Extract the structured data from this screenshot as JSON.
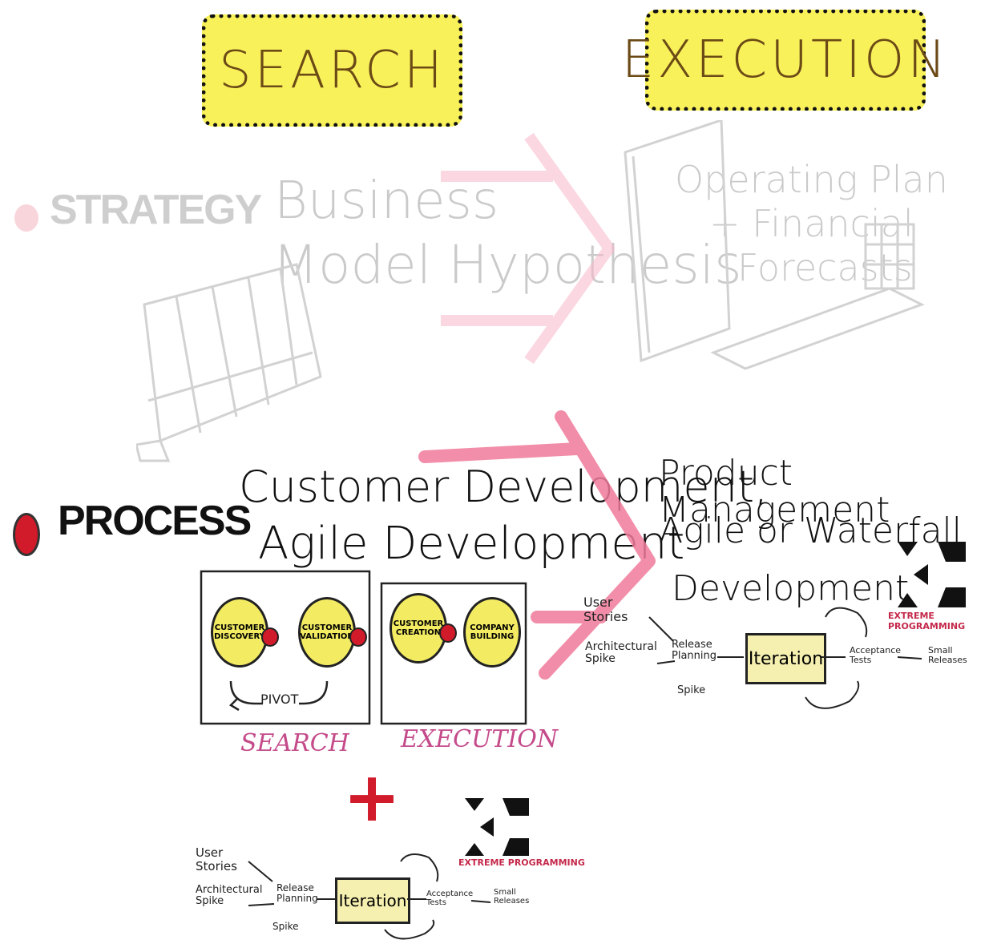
{
  "headers": {
    "search": "SEARCH",
    "execution": "EXECUTION"
  },
  "rows": {
    "strategy": "STRATEGY",
    "process": "PROCESS"
  },
  "strategy": {
    "left_line1": "Business",
    "left_line2": "Model Hypothesis",
    "right_line1": "Operating Plan",
    "right_line2": "+ Financial",
    "right_line3": "Forecasts"
  },
  "process": {
    "left_line1": "Customer Development,",
    "left_line2": "Agile Development",
    "right_line1": "Product Management",
    "right_line2": "Agile or Waterfall",
    "right_line3": "Development"
  },
  "custdev": {
    "stages": [
      "CUSTOMER DISCOVERY",
      "CUSTOMER VALIDATION",
      "CUSTOMER CREATION",
      "COMPANY BUILDING"
    ],
    "pivot": "PIVOT",
    "search_label": "SEARCH",
    "execution_label": "EXECUTION"
  },
  "xp": {
    "user_stories": "User Stories",
    "architectural_spike": "Architectural Spike",
    "release_planning": "Release Planning",
    "spike": "Spike",
    "iteration": "Iteration",
    "acceptance_tests": "Acceptance Tests",
    "small_releases": "Small Releases",
    "logo_label": "EXTREME PROGRAMMING"
  },
  "plus": "+",
  "colors": {
    "header_fill": "#f8f15a",
    "process_dot": "#d11a2a",
    "strategy_dot": "#f2a6b4",
    "arrow": "#f07a9a"
  }
}
